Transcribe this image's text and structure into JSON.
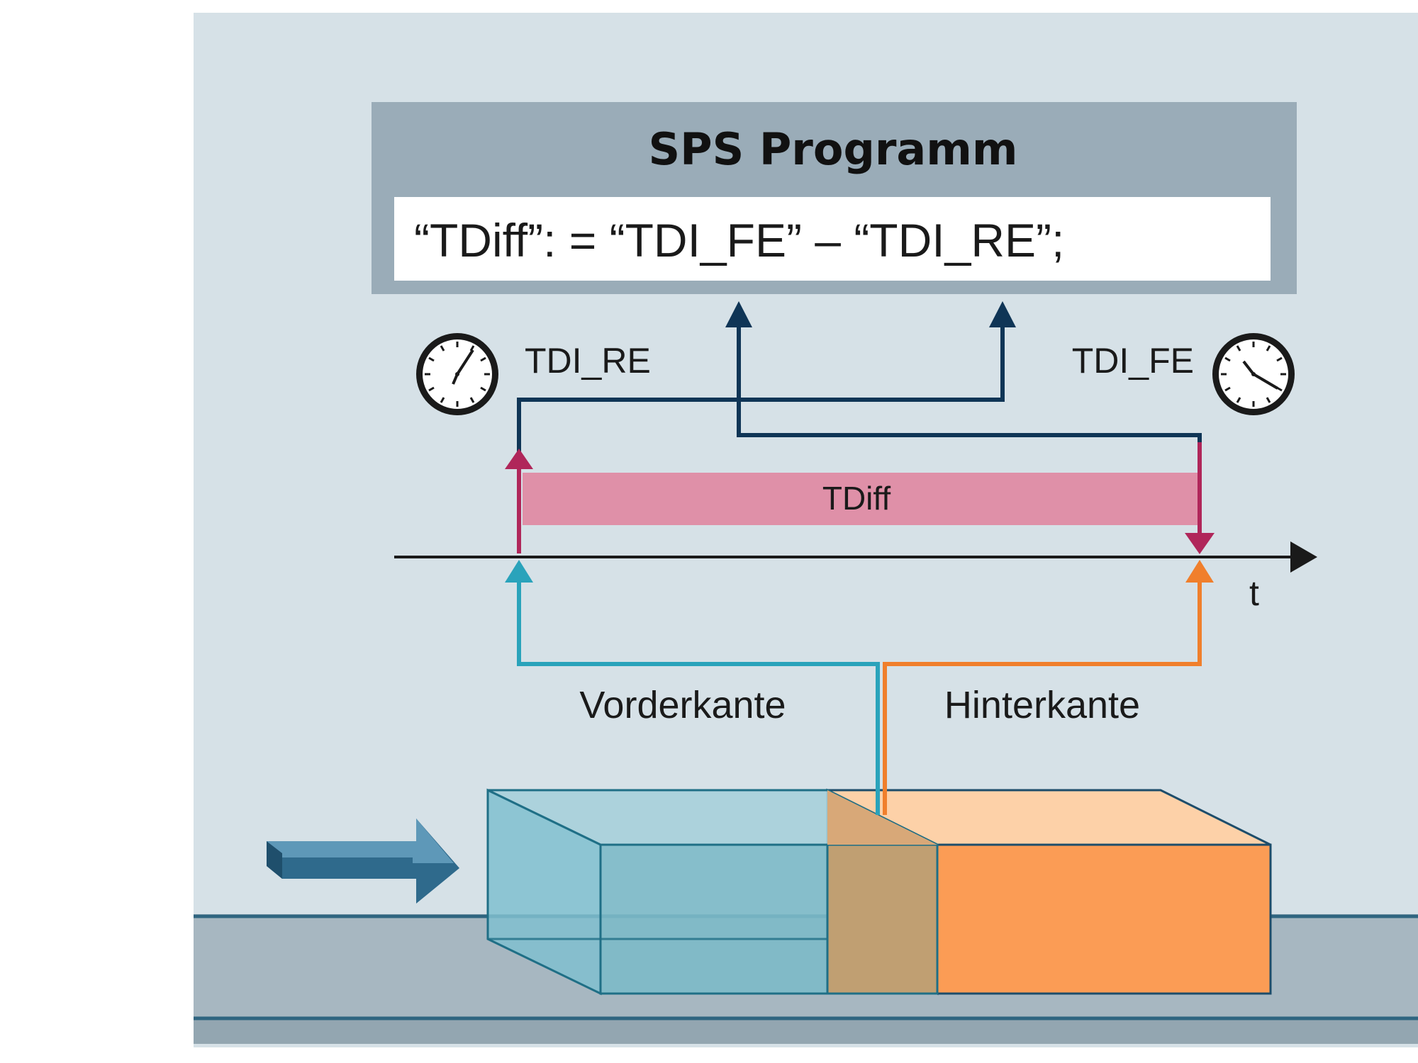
{
  "program": {
    "title": "SPS Programm",
    "code": "“TDiff”: = “TDI_FE” – “TDI_RE”;"
  },
  "timers": {
    "rising_edge": "TDI_RE",
    "falling_edge": "TDI_FE"
  },
  "timeline": {
    "duration_label": "TDiff",
    "axis_label": "t"
  },
  "edges": {
    "front": "Vorderkante",
    "back": "Hinterkante"
  },
  "colors": {
    "background": "#d6e1e7",
    "program_panel": "#9aacb8",
    "navy_signal": "#0f3556",
    "magenta_signal": "#b0265a",
    "tdiff_bar": "#df90a8",
    "teal_signal": "#2aa3bb",
    "orange_signal": "#f07f2c",
    "box_teal": "#6fb6c8",
    "box_orange": "#fb9c55"
  }
}
